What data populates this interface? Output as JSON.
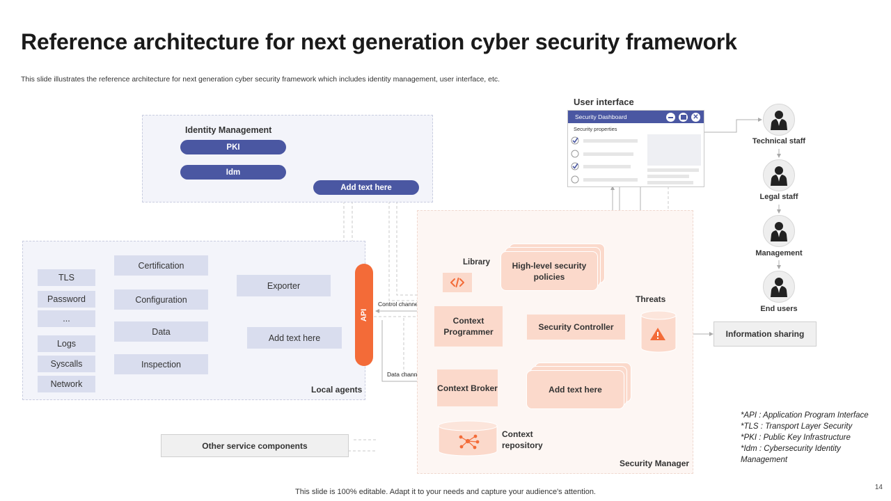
{
  "slide": {
    "title": "Reference architecture for next generation cyber security framework",
    "subtitle": "This slide illustrates the reference architecture for next generation cyber security framework which includes identity management, user interface, etc.",
    "footer": "This slide is 100% editable. Adapt it to your needs and capture your audience's attention.",
    "page_number": "14"
  },
  "identity": {
    "label": "Identity Management",
    "pki": "PKI",
    "idm": "Idm",
    "add_text": "Add text here"
  },
  "local_agents": {
    "label": "Local agents",
    "left_items": [
      "TLS",
      "Password",
      "...",
      "Logs",
      "Syscalls",
      "Network"
    ],
    "middle_items": [
      "Certification",
      "Configuration",
      "Data",
      "Inspection"
    ],
    "exporter": "Exporter",
    "add_text": "Add text here"
  },
  "api": {
    "label": "API"
  },
  "channels": {
    "control": "Control channel",
    "data": "Data channel"
  },
  "security_manager": {
    "label": "Security Manager",
    "library": "Library",
    "library_icon": "code-icon",
    "high_level": "High-level security policies",
    "context_programmer": "Context Programmer",
    "security_controller": "Security Controller",
    "context_broker": "Context Broker",
    "add_text": "Add text here",
    "context_repository": "Context repository",
    "threats": "Threats"
  },
  "user_interface": {
    "label": "User interface",
    "window_title": "Security Dashboard",
    "properties_label": "Security properties"
  },
  "staff": [
    "Technical staff",
    "Legal staff",
    "Management",
    "End users"
  ],
  "information_sharing": "Information sharing",
  "other_components": "Other service components",
  "notes": [
    "*API : Application Program Interface",
    "*TLS : Transport Layer Security",
    "*PKI : Public Key Infrastructure",
    "*Idm : Cybersecurity Identity Management"
  ],
  "colors": {
    "indigo": "#4a57a2",
    "orange": "#f36b38",
    "peach": "#fbd9cb",
    "lavender": "#d9ddee"
  }
}
